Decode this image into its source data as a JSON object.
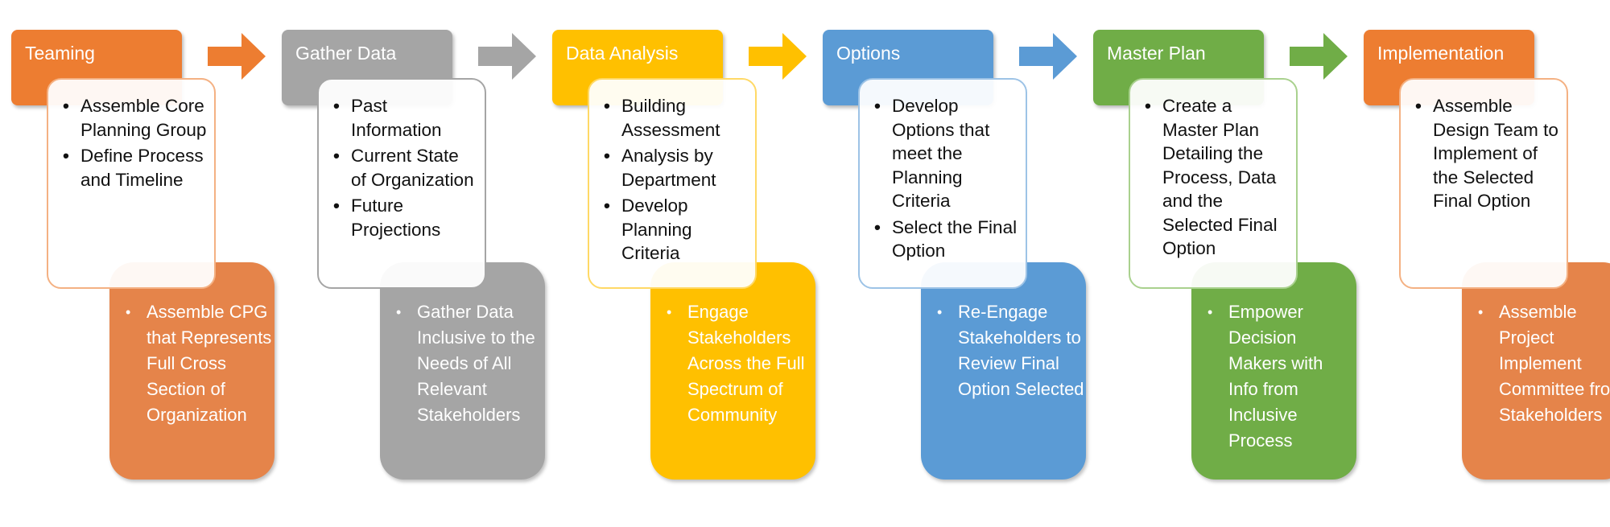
{
  "stages": [
    {
      "title": "Teaming",
      "colors": {
        "header": "#ED7D31",
        "detail": "#E5844A",
        "card_border": "#F4B183",
        "arrow": "#ED7D31"
      },
      "tasks": [
        "Assemble Core Planning Group",
        "Define Process and Timeline"
      ],
      "engagement": "Assemble CPG that Represents Full Cross Section of Organization"
    },
    {
      "title": "Gather Data",
      "colors": {
        "header": "#A5A5A5",
        "detail": "#A5A5A5",
        "card_border": "#A5A5A5",
        "arrow": "#A5A5A5"
      },
      "tasks": [
        "Past Information",
        "Current State of Organization",
        "Future Projections"
      ],
      "engagement": "Gather Data Inclusive to the Needs of All Relevant Stakeholders"
    },
    {
      "title": "Data Analysis",
      "colors": {
        "header": "#FFC000",
        "detail": "#FFC000",
        "card_border": "#FFD966",
        "arrow": "#FFC000"
      },
      "tasks": [
        "Building Assessment",
        "Analysis by Department",
        "Develop Planning Criteria"
      ],
      "engagement": "Engage Stakeholders Across the Full Spectrum of Community"
    },
    {
      "title": "Options",
      "colors": {
        "header": "#5B9BD5",
        "detail": "#5B9BD5",
        "card_border": "#9DC3E6",
        "arrow": "#5B9BD5"
      },
      "tasks": [
        "Develop Options that meet the Planning Criteria",
        "Select the Final Option"
      ],
      "engagement": "Re-Engage Stakeholders to Review Final Option Selected"
    },
    {
      "title": "Master Plan",
      "colors": {
        "header": "#70AD47",
        "detail": "#70AD47",
        "card_border": "#A9D18E",
        "arrow": "#70AD47"
      },
      "tasks": [
        "Create a Master Plan Detailing the Process, Data and the Selected Final Option"
      ],
      "engagement": "Empower Decision Makers with Info from Inclusive Process"
    },
    {
      "title": "Implementation",
      "colors": {
        "header": "#ED7D31",
        "detail": "#E5844A",
        "card_border": "#F4B183",
        "arrow": ""
      },
      "tasks": [
        "Assemble Design Team to Implement of the Selected Final Option"
      ],
      "engagement": "Assemble Project Implement Committee from Stakeholders"
    }
  ]
}
